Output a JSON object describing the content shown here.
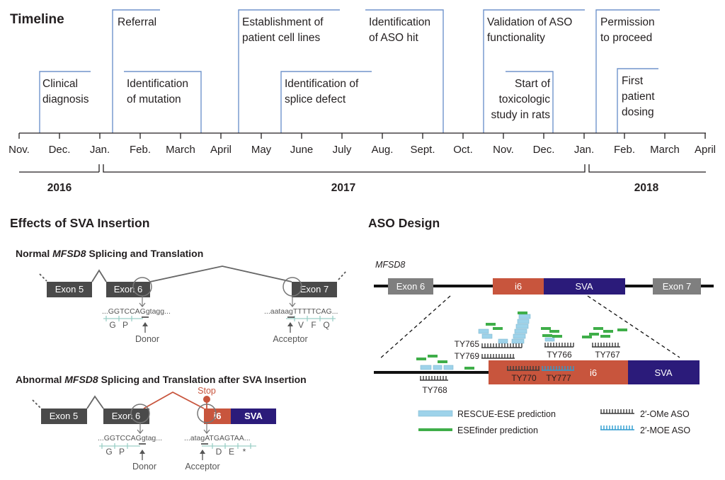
{
  "timeline": {
    "title": "Timeline",
    "months": [
      "Nov.",
      "Dec.",
      "Jan.",
      "Feb.",
      "March",
      "April",
      "May",
      "June",
      "July",
      "Aug.",
      "Sept.",
      "Oct.",
      "Nov.",
      "Dec.",
      "Jan.",
      "Feb.",
      "March",
      "April"
    ],
    "years": [
      "2016",
      "2017",
      "2018"
    ],
    "events": [
      {
        "id": "clinical-diagnosis",
        "lines": [
          "Clinical",
          "diagnosis"
        ]
      },
      {
        "id": "referral",
        "lines": [
          "Referral"
        ]
      },
      {
        "id": "identification-of-mutation",
        "lines": [
          "Identification",
          "of mutation"
        ]
      },
      {
        "id": "establishment-of-cell-lines",
        "lines": [
          "Establishment of",
          "patient cell lines"
        ]
      },
      {
        "id": "identification-of-splice-defect",
        "lines": [
          "Identification of",
          "splice defect"
        ]
      },
      {
        "id": "identification-of-aso-hit",
        "lines": [
          "Identification",
          "of ASO hit"
        ]
      },
      {
        "id": "validation-of-aso",
        "lines": [
          "Validation of ASO",
          "functionality"
        ]
      },
      {
        "id": "start-of-toxicologic-study",
        "lines": [
          "Start of",
          "toxicologic",
          "study in rats"
        ]
      },
      {
        "id": "permission-to-proceed",
        "lines": [
          "Permission",
          "to proceed"
        ]
      },
      {
        "id": "first-patient-dosing",
        "lines": [
          "First",
          "patient",
          "dosing"
        ]
      }
    ],
    "colors": {
      "bracket": "#7094cc",
      "axis": "#231f20"
    }
  },
  "effects": {
    "title": "Effects of SVA Insertion",
    "normal": {
      "title_pre": "Normal ",
      "title_gene": "MFSD8",
      "title_post": " Splicing and Translation",
      "exons": [
        "Exon 5",
        "Exon 6",
        "Exon 7"
      ],
      "donor_seq": "...GGTCCAGgtagg...",
      "donor_aa": [
        "G",
        "P"
      ],
      "acceptor_seq": "...aataagTTTTTCAG...",
      "acceptor_aa": [
        "V",
        "F",
        "Q"
      ],
      "donor_label": "Donor",
      "acceptor_label": "Acceptor"
    },
    "abnormal": {
      "title_pre": "Abnormal ",
      "title_gene": "MFSD8",
      "title_post": " Splicing and Translation after SVA Insertion",
      "exons": [
        "Exon 5",
        "Exon 6"
      ],
      "i6": "i6",
      "sva": "SVA",
      "stop": "Stop",
      "donor_seq": "...GGTCCAGgtag...",
      "donor_aa": [
        "G",
        "P"
      ],
      "acceptor_seq": "...atagATGAGTAA...",
      "acceptor_aa": [
        "D",
        "E",
        "*"
      ],
      "donor_label": "Donor",
      "acceptor_label": "Acceptor"
    }
  },
  "aso_design": {
    "title": "ASO Design",
    "gene": "MFSD8",
    "exon6": "Exon 6",
    "i6": "i6",
    "sva": "SVA",
    "exon7": "Exon 7",
    "asos": [
      "TY765",
      "TY769",
      "TY766",
      "TY767",
      "TY768",
      "TY770",
      "TY777"
    ],
    "legend": {
      "rescue": "RESCUE-ESE prediction",
      "esefinder": "ESEfinder prediction",
      "ome": "2′-OMe ASO",
      "moe": "2′-MOE ASO"
    },
    "colors": {
      "intron_i6": "#c8553d",
      "sva": "#2b1b7a",
      "exon": "#7f7f7f",
      "rescue": "#9ed3ea",
      "esefinder": "#3fae49",
      "ome": "#3a3a3a",
      "moe": "#2e9cd0"
    }
  }
}
